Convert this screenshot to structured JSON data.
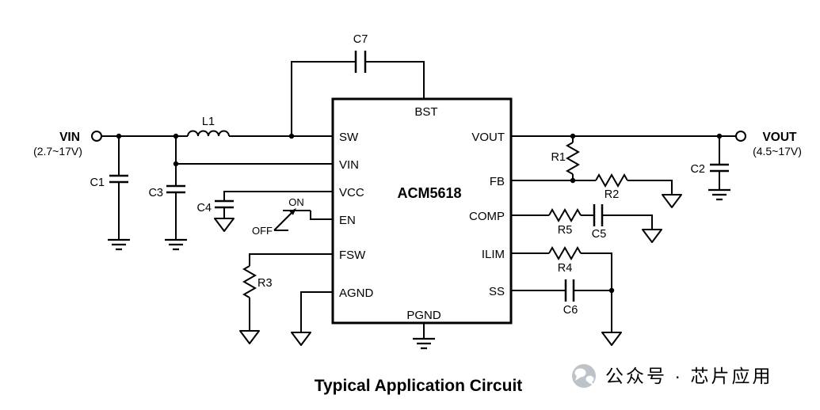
{
  "title": "Typical Application Circuit",
  "chip": {
    "name": "ACM5618",
    "pins": {
      "bst": "BST",
      "sw": "SW",
      "vin": "VIN",
      "vcc": "VCC",
      "en": "EN",
      "fsw": "FSW",
      "agnd": "AGND",
      "pgnd": "PGND",
      "vout": "VOUT",
      "fb": "FB",
      "comp": "COMP",
      "ilim": "ILIM",
      "ss": "SS"
    }
  },
  "input": {
    "label": "VIN",
    "range": "(2.7~17V)"
  },
  "output": {
    "label": "VOUT",
    "range": "(4.5~17V)"
  },
  "enable_switch": {
    "on": "ON",
    "off": "OFF"
  },
  "components": {
    "l1": "L1",
    "c1": "C1",
    "c2": "C2",
    "c3": "C3",
    "c4": "C4",
    "c5": "C5",
    "c6": "C6",
    "c7": "C7",
    "r1": "R1",
    "r2": "R2",
    "r3": "R3",
    "r4": "R4",
    "r5": "R5"
  },
  "watermark": {
    "text": "公众号 · 芯片应用"
  },
  "colors": {
    "line": "#000000",
    "background": "#ffffff",
    "watermark_text": "#8b99a8",
    "watermark_icon": "#bdc4c9"
  }
}
